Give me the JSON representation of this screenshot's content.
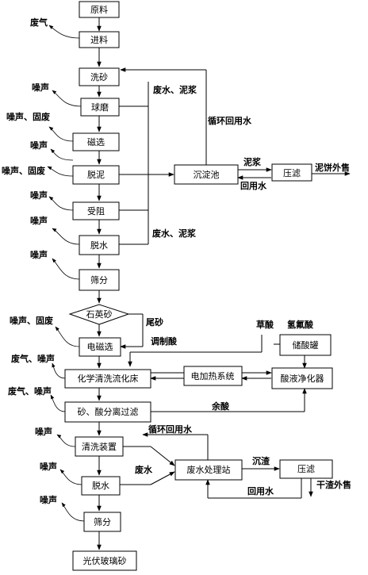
{
  "steps": {
    "raw": "原料",
    "feed": "进料",
    "wash": "洗砂",
    "mill": "球磨",
    "magnetic": "磁选",
    "desliming": "脱泥",
    "scrub": "受阻",
    "dewater1": "脱水",
    "screen1": "筛分",
    "quartz": "石英砂",
    "electromag": "电磁选",
    "chem_bed": "化学清洗流化床",
    "separate": "砂、酸分离过滤",
    "cleaner": "清洗装置",
    "dewater2": "脱水",
    "screen2": "筛分",
    "product": "光伏玻璃砂",
    "sediment_tank": "沉淀池",
    "press1": "压滤",
    "heater": "电加热系统",
    "acid_purifier": "酸液净化器",
    "acid_tank": "储酸罐",
    "wwtp": "废水处理站",
    "press2": "压滤"
  },
  "emissions": {
    "feed": "废气",
    "mill": "噪声",
    "magnetic": "噪声、固废",
    "desliming_noise": "噪声",
    "desliming_solid": "噪声、固废",
    "dewater1": "噪声",
    "screen1": "噪声",
    "electromag": "噪声、固废",
    "chem_bed": "废气、噪声",
    "separate": "废气、噪声",
    "cleaner": "噪声",
    "dewater2": "噪声",
    "screen2": "噪声"
  },
  "labels": {
    "wastewater_mud_top": "废水、泥浆",
    "recycle_water_top": "循环回用水",
    "mud": "泥浆",
    "return_water_1": "回用水",
    "mud_cake": "泥饼外售",
    "wastewater_mud_bottom": "废水、泥浆",
    "tailings": "尾砂",
    "prepare_acid": "调制酸",
    "oxalic": "草酸",
    "hf": "氢氟酸",
    "excess_acid": "余酸",
    "recycle_water_bottom": "循环回用水",
    "wastewater": "废水",
    "sludge": "沉渣",
    "dry_slag": "干渣外售",
    "return_water_2": "回用水"
  }
}
